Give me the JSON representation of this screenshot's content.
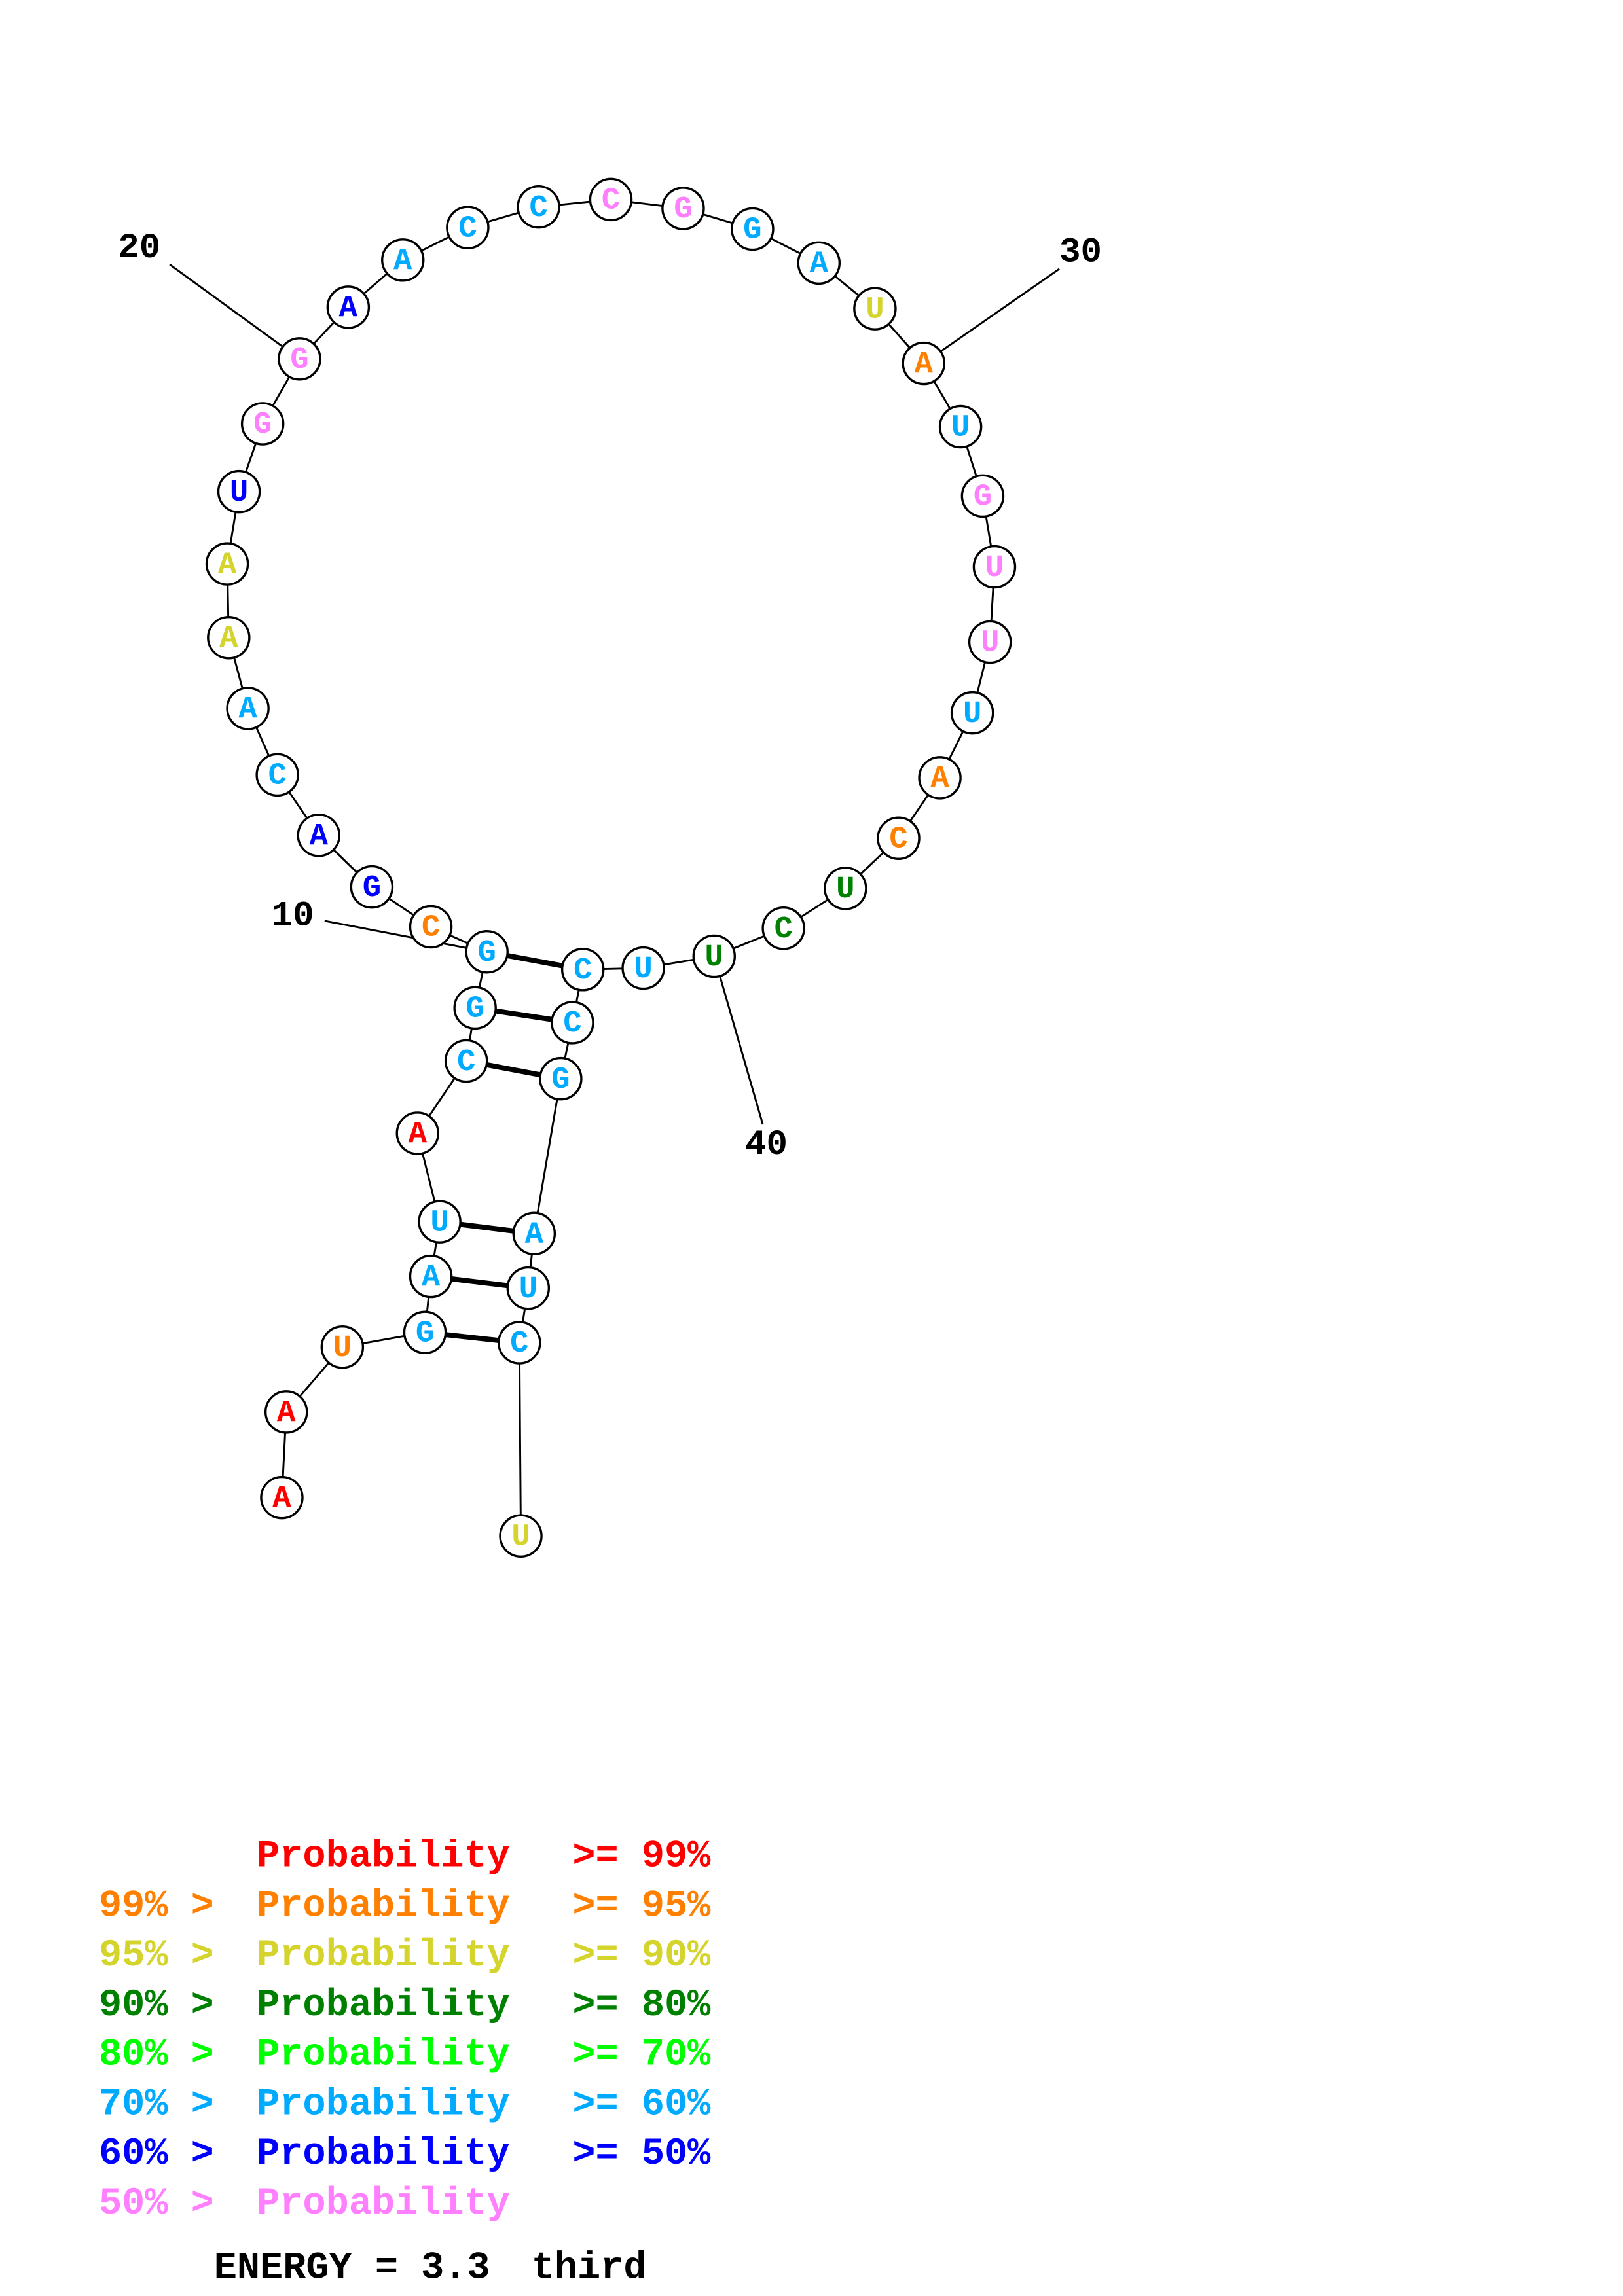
{
  "sequence": [
    "A",
    "A",
    "U",
    "G",
    "A",
    "U",
    "A",
    "C",
    "G",
    "G",
    "C",
    "G",
    "A",
    "C",
    "A",
    "A",
    "A",
    "U",
    "G",
    "G",
    "A",
    "A",
    "C",
    "C",
    "C",
    "G",
    "G",
    "A",
    "U",
    "A",
    "U",
    "G",
    "U",
    "U",
    "U",
    "A",
    "C",
    "U",
    "C",
    "U",
    "U",
    "C",
    "C",
    "G",
    "A",
    "U",
    "C",
    "U"
  ],
  "probability_class": [
    0,
    0,
    1,
    5,
    5,
    5,
    0,
    5,
    5,
    5,
    1,
    6,
    6,
    5,
    5,
    2,
    2,
    6,
    7,
    7,
    6,
    5,
    5,
    5,
    7,
    7,
    5,
    5,
    2,
    1,
    5,
    7,
    7,
    7,
    5,
    1,
    1,
    3,
    3,
    3,
    5,
    5,
    5,
    5,
    5,
    5,
    5,
    2
  ],
  "base_pairs": [
    [
      10,
      42
    ],
    [
      9,
      43
    ],
    [
      8,
      44
    ],
    [
      6,
      45
    ],
    [
      5,
      46
    ],
    [
      4,
      47
    ]
  ],
  "position_labels": [
    {
      "index": 10,
      "text": "10"
    },
    {
      "index": 20,
      "text": "20"
    },
    {
      "index": 30,
      "text": "30"
    },
    {
      "index": 40,
      "text": "40"
    }
  ],
  "legend": [
    {
      "prefix": "",
      "label": "Probability",
      "suffix": ">= 99%",
      "color": "#ff0000"
    },
    {
      "prefix": "99% >",
      "label": "Probability",
      "suffix": ">= 95%",
      "color": "#ff8000"
    },
    {
      "prefix": "95% >",
      "label": "Probability",
      "suffix": ">= 90%",
      "color": "#d4d42c"
    },
    {
      "prefix": "90% >",
      "label": "Probability",
      "suffix": ">= 80%",
      "color": "#008000"
    },
    {
      "prefix": "80% >",
      "label": "Probability",
      "suffix": ">= 70%",
      "color": "#00ff00"
    },
    {
      "prefix": "70% >",
      "label": "Probability",
      "suffix": ">= 60%",
      "color": "#00aaff"
    },
    {
      "prefix": "60% >",
      "label": "Probability",
      "suffix": ">= 50%",
      "color": "#0000ff"
    },
    {
      "prefix": "50% >",
      "label": "Probability",
      "suffix": "",
      "color": "#ff80ff"
    }
  ],
  "energy": {
    "label": "ENERGY = 3.3",
    "name": "third"
  }
}
